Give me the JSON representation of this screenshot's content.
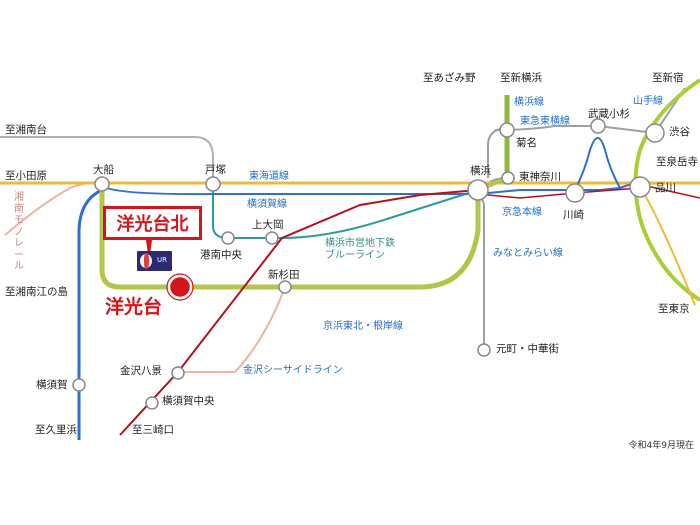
{
  "map": {
    "colors": {
      "tokaido": "#f0b93a",
      "yokosuka": "#2f6fd0",
      "keihin": "#2a7bd0",
      "shonan_mono": "#f1b1a6",
      "minatomirai": "#9aa0a8",
      "blue_line": "#2a9d9a",
      "green_line": "#b7c44c",
      "keikyu": "#b5121b",
      "toyoko": "#e07a80",
      "yamanote": "#a8cf39",
      "yokohama_line": "#8db83b",
      "seaside": "#f0b39c",
      "sotetsu_gray": "#a9b3b8",
      "accent_red": "#d8141b"
    },
    "callout": "洋光台北",
    "highlight_station": "洋光台",
    "logo": "UR",
    "date_note": "令和4年9月現在",
    "stations": {
      "ofuna": "大船",
      "totsuka": "戸塚",
      "yokohama": "横浜",
      "kamioka": "上大岡",
      "konan": "港南中央",
      "shinsugita": "新杉田",
      "kanazawa": "金沢八景",
      "yokosukachuo": "横須賀中央",
      "yokosuka": "横須賀",
      "kikuna": "菊名",
      "higashikana": "東神奈川",
      "kawasaki": "川崎",
      "musashikosugi": "武蔵小杉",
      "shibuya": "渋谷",
      "shinagawa": "品川",
      "motomachi": "元町・中華街"
    },
    "directions": {
      "shonandai": "至湘南台",
      "odawara": "至小田原",
      "shonan_enoshima": "至湘南江の島",
      "kurihama": "至久里浜",
      "misakiguchi": "至三崎口",
      "azamino": "至あざみ野",
      "shinyokohama": "至新横浜",
      "shinjuku": "至新宿",
      "sengakuji": "至泉岳寺",
      "tokyo": "至東京"
    },
    "lines": {
      "tokaido": "東海道線",
      "yokosuka": "横須賀線",
      "blue_line": "横浜市営地下鉄\nブルーライン",
      "shonan_mono": "湘\n南\nモ\nノ\nレ\nー\nル",
      "keihin": "京浜東北・根岸線",
      "seaside": "金沢シーサイドライン",
      "minatomirai": "みなとみらい線",
      "keikyu": "京急本線",
      "yokohama_line": "横浜線",
      "toyoko": "東急東横線",
      "yamanote": "山手線"
    }
  }
}
